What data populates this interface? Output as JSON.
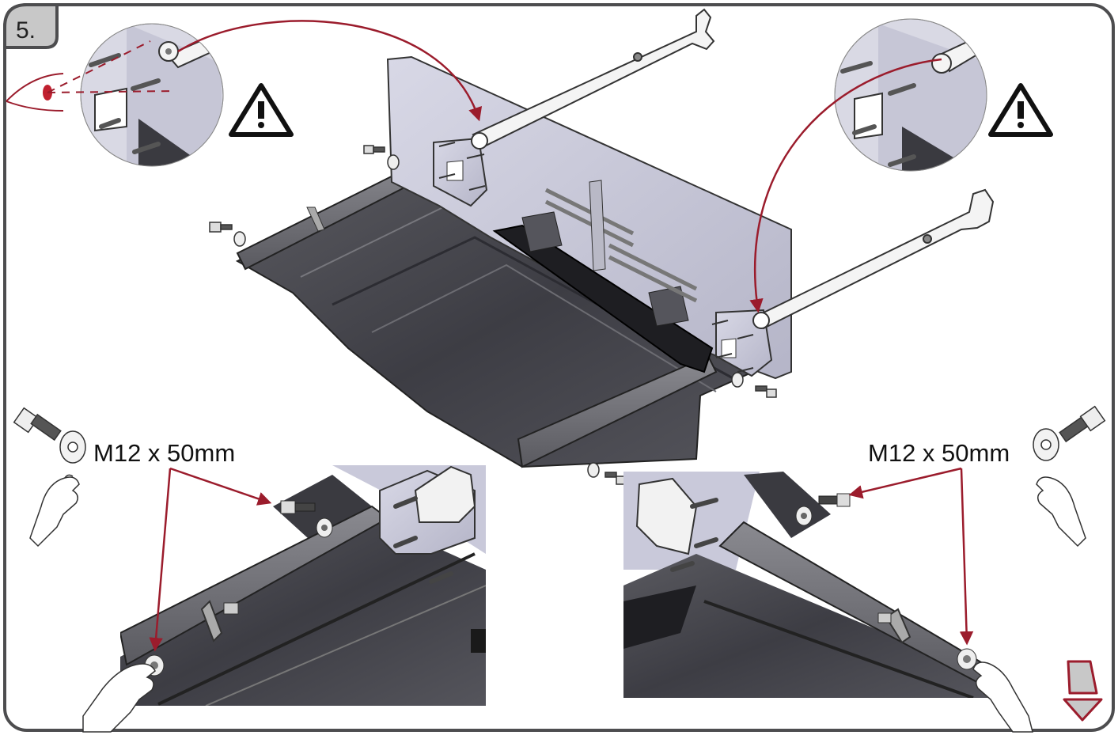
{
  "step": {
    "number": "5."
  },
  "labels": {
    "bolt_left": "M12 x 50mm",
    "bolt_right": "M12 x 50mm"
  },
  "icons": {
    "warning_left": "warning-triangle-icon",
    "warning_right": "warning-triangle-icon",
    "eye": "eye-icon",
    "next_page": "next-page-icon"
  },
  "colors": {
    "frame": "#4d4d4f",
    "step_badge": "#c8c8c8",
    "arrow": "#9b1c2c",
    "metal_dark": "#4a4a4e",
    "metal_mid": "#6a6a70",
    "bracket": "#c9c9da"
  }
}
